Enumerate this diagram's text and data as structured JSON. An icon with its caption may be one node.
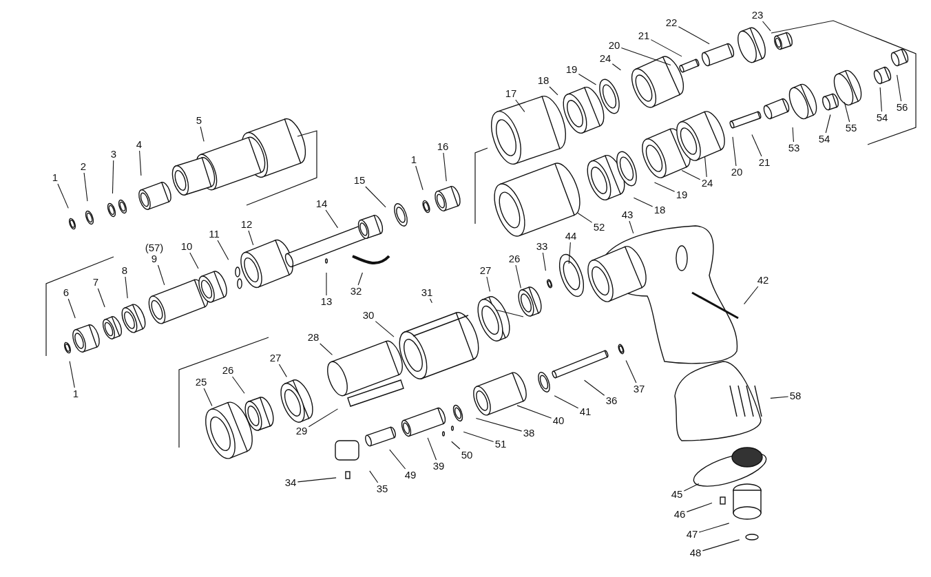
{
  "diagram": {
    "nodes": [
      {
        "text": [
          "1"
        ]
      },
      {
        "text": [
          "2"
        ]
      },
      {
        "text": [
          "3"
        ]
      },
      {
        "text": [
          "4"
        ]
      },
      {
        "text": [
          "5"
        ]
      },
      {
        "text": [
          "22"
        ]
      },
      {
        "text": [
          "23"
        ]
      },
      {
        "text": [
          "21"
        ]
      },
      {
        "text": [
          "20"
        ]
      },
      {
        "text": [
          "24"
        ]
      },
      {
        "text": [
          "19"
        ]
      },
      {
        "text": [
          "18"
        ]
      },
      {
        "text": [
          "17"
        ]
      },
      {
        "text": [
          "56"
        ]
      },
      {
        "text": [
          "54"
        ]
      },
      {
        "text": [
          "55"
        ]
      },
      {
        "text": [
          "54"
        ]
      },
      {
        "text": [
          "53"
        ]
      },
      {
        "text": [
          "21"
        ]
      },
      {
        "text": [
          "20"
        ]
      },
      {
        "text": [
          "24"
        ]
      },
      {
        "text": [
          "19"
        ]
      },
      {
        "text": [
          "18"
        ]
      },
      {
        "text": [
          "16"
        ]
      },
      {
        "text": [
          "1"
        ]
      },
      {
        "text": [
          "15"
        ]
      },
      {
        "text": [
          "14"
        ]
      },
      {
        "text": [
          "52"
        ]
      },
      {
        "text": [
          "43"
        ]
      },
      {
        "text": [
          "12"
        ]
      },
      {
        "text": [
          "11"
        ]
      },
      {
        "text": [
          "10"
        ]
      },
      {
        "text": [
          "(57)",
          "9"
        ]
      },
      {
        "text": [
          "8"
        ]
      },
      {
        "text": [
          "7"
        ]
      },
      {
        "text": [
          "6"
        ]
      },
      {
        "text": [
          "13"
        ]
      },
      {
        "text": [
          "32"
        ]
      },
      {
        "text": [
          "33"
        ]
      },
      {
        "text": [
          "44"
        ]
      },
      {
        "text": [
          "42"
        ]
      },
      {
        "text": [
          "26"
        ]
      },
      {
        "text": [
          "27"
        ]
      },
      {
        "text": [
          "31"
        ]
      },
      {
        "text": [
          "30"
        ]
      },
      {
        "text": [
          "28"
        ]
      },
      {
        "text": [
          "27"
        ]
      },
      {
        "text": [
          "26"
        ]
      },
      {
        "text": [
          "25"
        ]
      },
      {
        "text": [
          "1"
        ]
      },
      {
        "text": [
          "37"
        ]
      },
      {
        "text": [
          "36"
        ]
      },
      {
        "text": [
          "41"
        ]
      },
      {
        "text": [
          "58"
        ]
      },
      {
        "text": [
          "40"
        ]
      },
      {
        "text": [
          "38"
        ]
      },
      {
        "text": [
          "29"
        ]
      },
      {
        "text": [
          "51"
        ]
      },
      {
        "text": [
          "50"
        ]
      },
      {
        "text": [
          "39"
        ]
      },
      {
        "text": [
          "49"
        ]
      },
      {
        "text": [
          "34"
        ]
      },
      {
        "text": [
          "35"
        ]
      },
      {
        "text": [
          "45"
        ]
      },
      {
        "text": [
          "46"
        ]
      },
      {
        "text": [
          "47"
        ]
      },
      {
        "text": [
          "48"
        ]
      }
    ],
    "edges": [
      {
        "from": 0,
        "to": null,
        "arrow": "none"
      },
      {
        "from": 1,
        "to": null,
        "arrow": "none"
      },
      {
        "from": 2,
        "to": null,
        "arrow": "none"
      },
      {
        "from": 3,
        "to": null,
        "arrow": "none"
      },
      {
        "from": 4,
        "to": null,
        "arrow": "none"
      },
      {
        "from": 5,
        "to": null,
        "arrow": "none"
      },
      {
        "from": 6,
        "to": null,
        "arrow": "none"
      },
      {
        "from": 7,
        "to": null,
        "arrow": "none"
      },
      {
        "from": 8,
        "to": null,
        "arrow": "none"
      },
      {
        "from": 9,
        "to": null,
        "arrow": "none"
      },
      {
        "from": 10,
        "to": null,
        "arrow": "none"
      },
      {
        "from": 11,
        "to": null,
        "arrow": "none"
      },
      {
        "from": 12,
        "to": null,
        "arrow": "none"
      },
      {
        "from": 13,
        "to": null,
        "arrow": "none"
      },
      {
        "from": 14,
        "to": null,
        "arrow": "none"
      },
      {
        "from": 15,
        "to": null,
        "arrow": "none"
      },
      {
        "from": 16,
        "to": null,
        "arrow": "none"
      },
      {
        "from": 17,
        "to": null,
        "arrow": "none"
      },
      {
        "from": 18,
        "to": null,
        "arrow": "none"
      },
      {
        "from": 19,
        "to": null,
        "arrow": "none"
      },
      {
        "from": 20,
        "to": null,
        "arrow": "none"
      },
      {
        "from": 20,
        "to": null,
        "arrow": "none"
      },
      {
        "from": 21,
        "to": null,
        "arrow": "none"
      },
      {
        "from": 22,
        "to": null,
        "arrow": "none"
      },
      {
        "from": 23,
        "to": null,
        "arrow": "none"
      },
      {
        "from": 24,
        "to": null,
        "arrow": "none"
      },
      {
        "from": 25,
        "to": null,
        "arrow": "none"
      },
      {
        "from": 26,
        "to": null,
        "arrow": "none"
      },
      {
        "from": 27,
        "to": null,
        "arrow": "none"
      },
      {
        "from": 28,
        "to": null,
        "arrow": "none"
      },
      {
        "from": 29,
        "to": null,
        "arrow": "none"
      },
      {
        "from": 30,
        "to": null,
        "arrow": "none"
      },
      {
        "from": 31,
        "to": null,
        "arrow": "none"
      },
      {
        "from": 32,
        "to": null,
        "arrow": "none"
      },
      {
        "from": 33,
        "to": null,
        "arrow": "none"
      },
      {
        "from": 34,
        "to": null,
        "arrow": "none"
      },
      {
        "from": 35,
        "to": null,
        "arrow": "none"
      },
      {
        "from": 36,
        "to": null,
        "arrow": "none"
      },
      {
        "from": 37,
        "to": null,
        "arrow": "none"
      },
      {
        "from": 38,
        "to": null,
        "arrow": "none"
      },
      {
        "from": 39,
        "to": null,
        "arrow": "none"
      },
      {
        "from": 40,
        "to": null,
        "arrow": "none"
      },
      {
        "from": 41,
        "to": null,
        "arrow": "none"
      },
      {
        "from": 42,
        "to": null,
        "arrow": "none"
      },
      {
        "from": 43,
        "to": null,
        "arrow": "none"
      },
      {
        "from": 44,
        "to": null,
        "arrow": "none"
      },
      {
        "from": 45,
        "to": null,
        "arrow": "none"
      },
      {
        "from": 46,
        "to": null,
        "arrow": "none"
      },
      {
        "from": 47,
        "to": null,
        "arrow": "none"
      },
      {
        "from": 48,
        "to": null,
        "arrow": "none"
      },
      {
        "from": 49,
        "to": null,
        "arrow": "none"
      },
      {
        "from": 50,
        "to": null,
        "arrow": "none"
      },
      {
        "from": 51,
        "to": null,
        "arrow": "none"
      },
      {
        "from": 52,
        "to": null,
        "arrow": "none"
      },
      {
        "from": 53,
        "to": null,
        "arrow": "none"
      },
      {
        "from": 54,
        "to": null,
        "arrow": "none"
      },
      {
        "from": 55,
        "to": null,
        "arrow": "none"
      },
      {
        "from": 56,
        "to": null,
        "arrow": "none"
      },
      {
        "from": 57,
        "to": null,
        "arrow": "none"
      },
      {
        "from": 58,
        "to": null,
        "arrow": "none"
      },
      {
        "from": 59,
        "to": null,
        "arrow": "none"
      },
      {
        "from": 60,
        "to": null,
        "arrow": "none"
      },
      {
        "from": 61,
        "to": null,
        "arrow": "none"
      },
      {
        "from": 62,
        "to": null,
        "arrow": "none"
      },
      {
        "from": 63,
        "to": null,
        "arrow": "none"
      },
      {
        "from": 64,
        "to": null,
        "arrow": "none"
      },
      {
        "from": 65,
        "to": null,
        "arrow": "none"
      },
      {
        "from": 66,
        "to": null,
        "arrow": "none"
      }
    ]
  }
}
